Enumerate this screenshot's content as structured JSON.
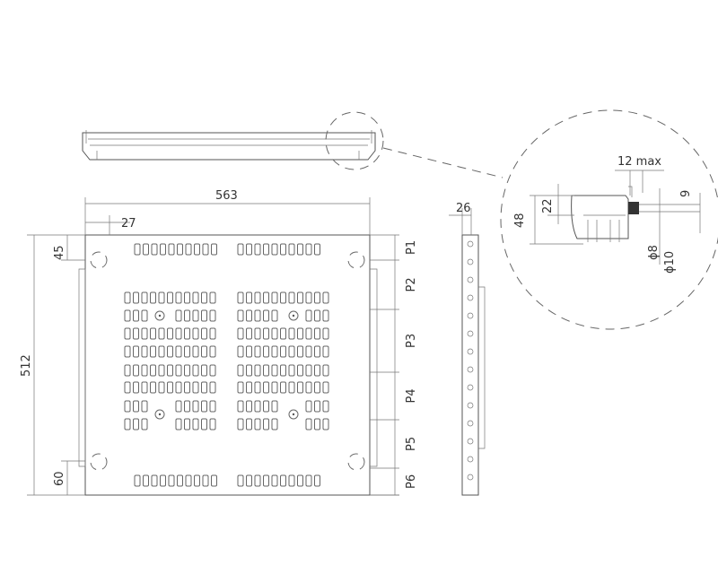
{
  "drawing": {
    "plan_view": {
      "width_label": "563",
      "offset_label": "27",
      "top_offset_label": "45",
      "depth_label": "512",
      "bottom_offset_label": "60",
      "pitch_labels": [
        "P1",
        "P2",
        "P3",
        "P4",
        "P5",
        "P6"
      ]
    },
    "side_view": {
      "thickness_label": "26"
    },
    "detail": {
      "height_label": "48",
      "inner_height_label": "22",
      "max_label": "12 max",
      "gap_label": "9",
      "dia_small_label": "ϕ8",
      "dia_large_label": "ϕ10"
    }
  }
}
